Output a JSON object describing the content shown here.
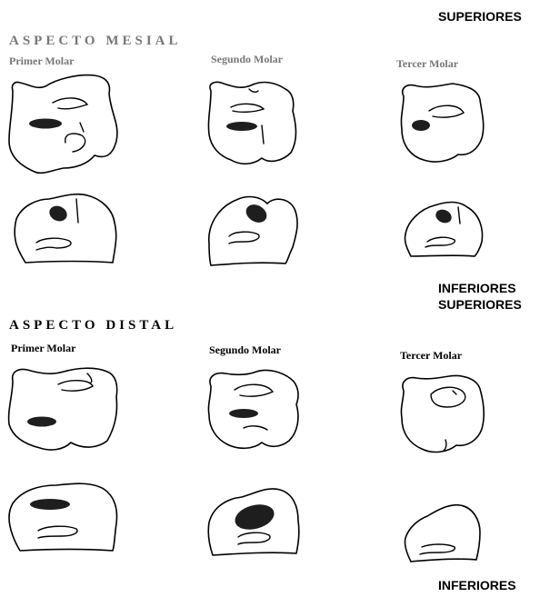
{
  "labels": {
    "superiores_top": "SUPERIORES",
    "inferiores_mid": "INFERIORES",
    "superiores_mid": "SUPERIORES",
    "inferiores_bottom": "INFERIORES"
  },
  "mesial": {
    "title": "ASPECTO MESIAL",
    "molars": [
      "Primer Molar",
      "Segundo Molar",
      "Tercer Molar"
    ]
  },
  "distal": {
    "title": "ASPECTO DISTAL",
    "molars": [
      "Primer Molar",
      "Segundo Molar",
      "Tercer Molar"
    ]
  }
}
